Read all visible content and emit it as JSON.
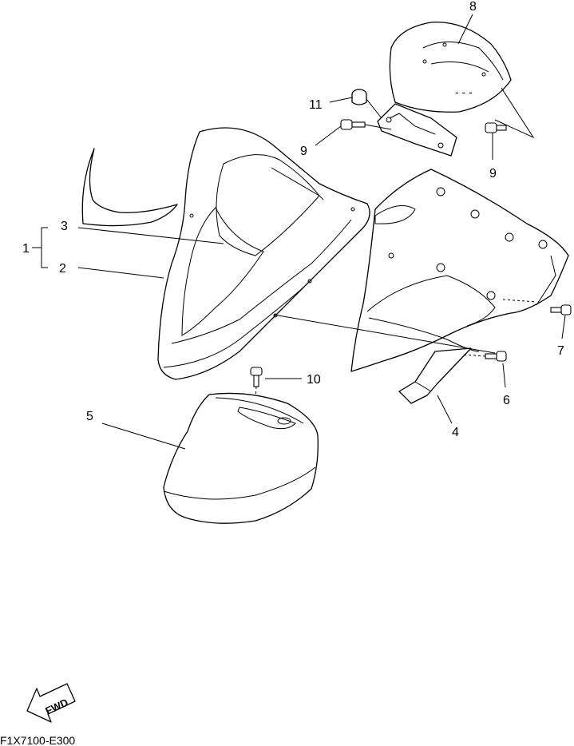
{
  "diagram": {
    "callouts": {
      "c1": "1",
      "c2": "2",
      "c3": "3",
      "c4": "4",
      "c5": "5",
      "c6": "6",
      "c7": "7",
      "c8": "8",
      "c9a": "9",
      "c9b": "9",
      "c10": "10",
      "c11": "11"
    },
    "fwd_label": "FWD",
    "drawing_code": "F1X7100-E300"
  }
}
